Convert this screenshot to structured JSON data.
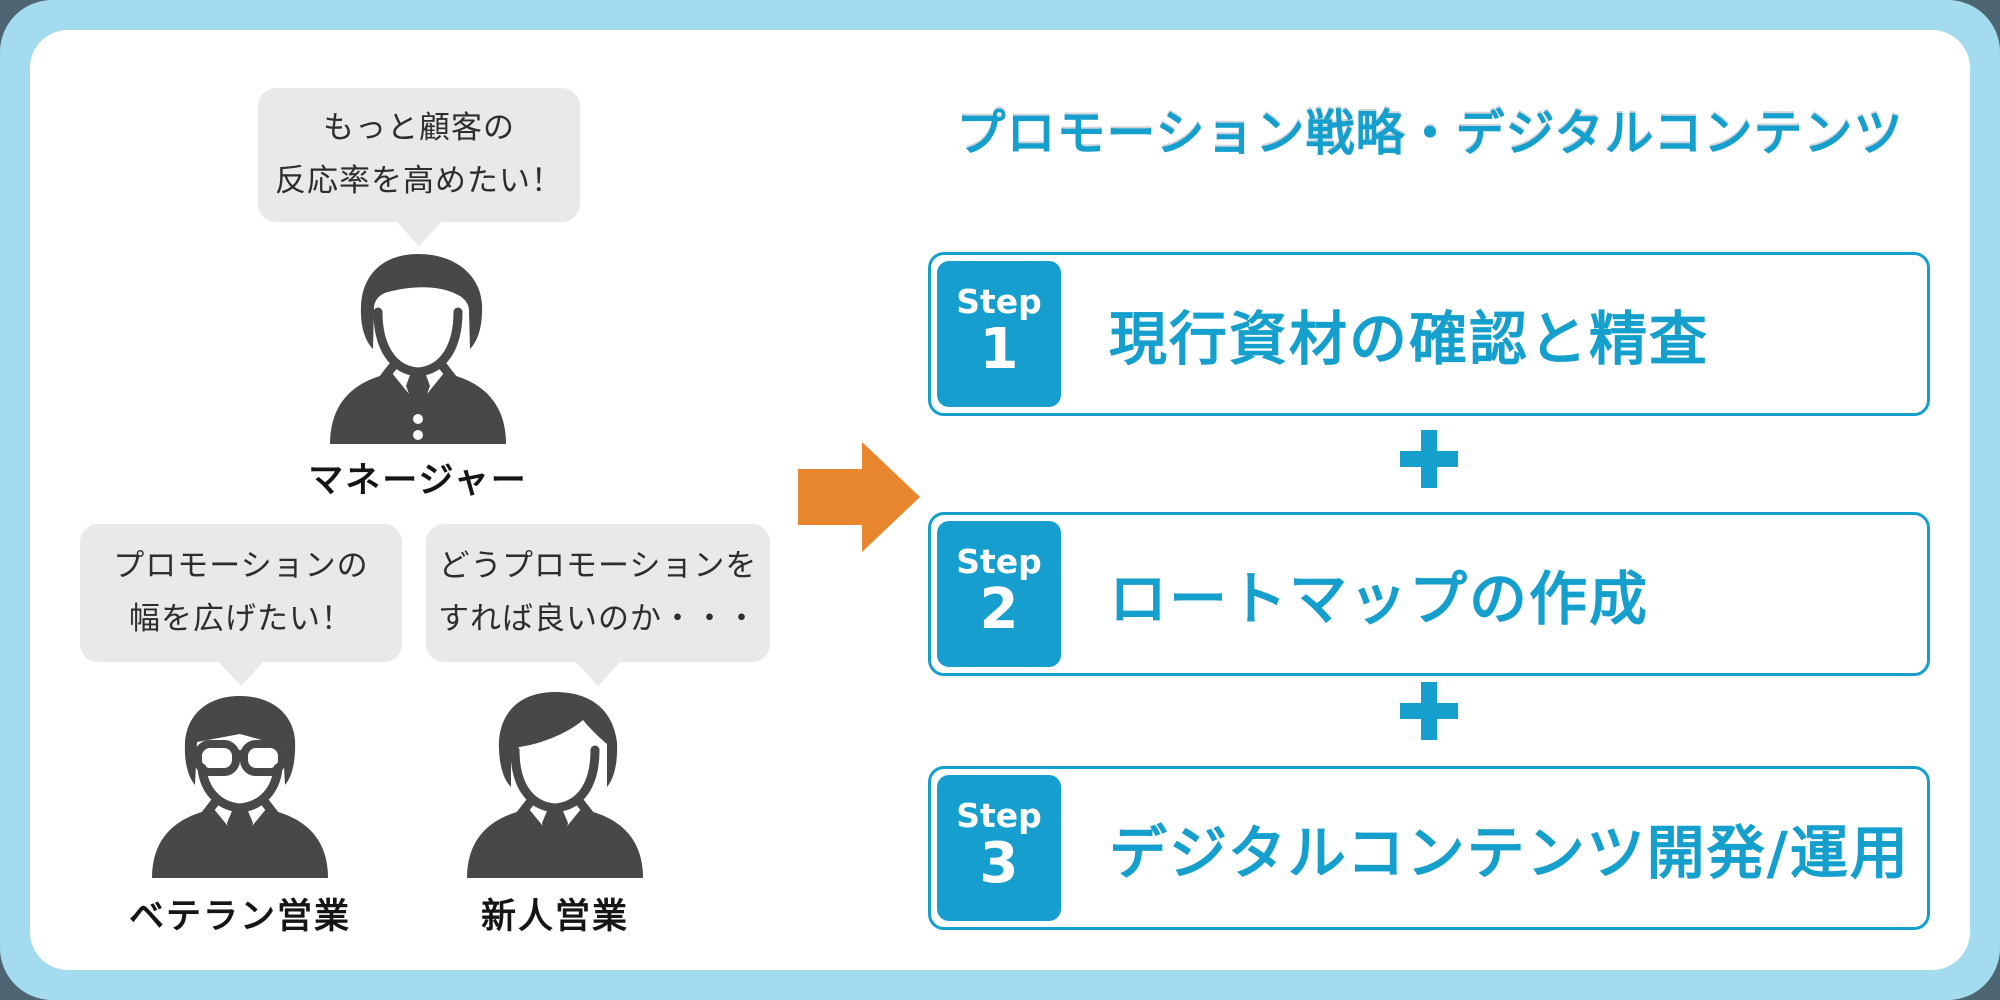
{
  "left": {
    "people": [
      {
        "id": "manager",
        "label": "マネージャー",
        "bubble_lines": [
          "もっと顧客の",
          "反応率を高めたい！"
        ]
      },
      {
        "id": "veteran",
        "label": "ベテラン営業",
        "bubble_lines": [
          "プロモーションの",
          "幅を広げたい！"
        ]
      },
      {
        "id": "newbie",
        "label": "新人営業",
        "bubble_lines": [
          "どうプロモーションを",
          "すれば良いのか・・・"
        ]
      }
    ]
  },
  "arrow": {
    "icon": "right-block-arrow",
    "color": "#e8862d"
  },
  "right": {
    "title": "プロモーション戦略・デジタルコンテンツ",
    "connector": "+",
    "steps": [
      {
        "badge_label": "Step",
        "badge_number": "1",
        "text": "現行資材の確認と精査"
      },
      {
        "badge_label": "Step",
        "badge_number": "2",
        "text": "ロートマップの作成"
      },
      {
        "badge_label": "Step",
        "badge_number": "3",
        "text": "デジタルコンテンツ開発/運用"
      }
    ]
  },
  "colors": {
    "accent_cyan": "#149fcd",
    "badge_cyan": "#169fce",
    "arrow_orange": "#e8862d",
    "frame_light_blue": "#a5dbee",
    "outer_slate": "#4e6673",
    "bubble_gray": "#e9e9e9",
    "person_gray": "#484848"
  }
}
